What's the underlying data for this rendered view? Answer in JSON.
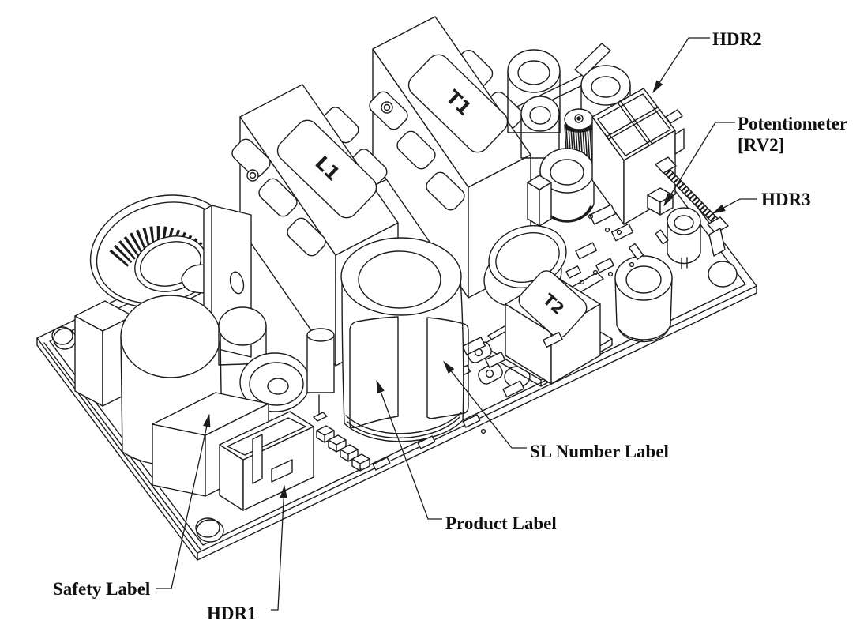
{
  "figure": {
    "type": "isometric technical illustration",
    "subject": "power supply PCB assembly with callouts",
    "background_color": "#ffffff",
    "line_color": "#1c1c1c",
    "callouts": [
      {
        "name": "hdr2",
        "label": "HDR2"
      },
      {
        "name": "potentiometer-rv2",
        "label": "Potentiometer",
        "label_line2": "[RV2]"
      },
      {
        "name": "hdr3",
        "label": "HDR3"
      },
      {
        "name": "sl-number-label",
        "label": "SL Number Label"
      },
      {
        "name": "product-label",
        "label": "Product Label"
      },
      {
        "name": "safety-label",
        "label": "Safety Label"
      },
      {
        "name": "hdr1",
        "label": "HDR1"
      }
    ],
    "component_markings": [
      {
        "name": "transformer-t1",
        "label": "T1"
      },
      {
        "name": "inductor-l1",
        "label": "L1"
      },
      {
        "name": "transformer-t2",
        "label": "T2"
      }
    ]
  }
}
